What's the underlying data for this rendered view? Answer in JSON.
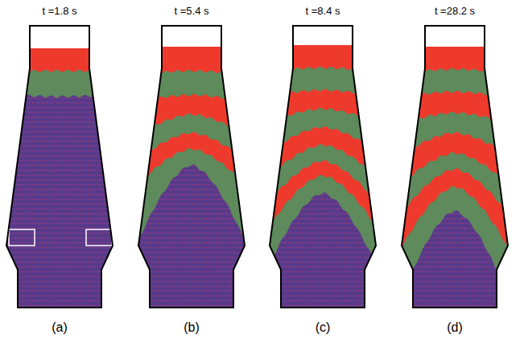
{
  "diagram": {
    "labels": [
      "t =1.8 s",
      "t =5.4 s",
      "t =8.4 s",
      "t =28.2 s",
      "(a)",
      "(b)",
      "(c)",
      "(d)"
    ]
  }
}
